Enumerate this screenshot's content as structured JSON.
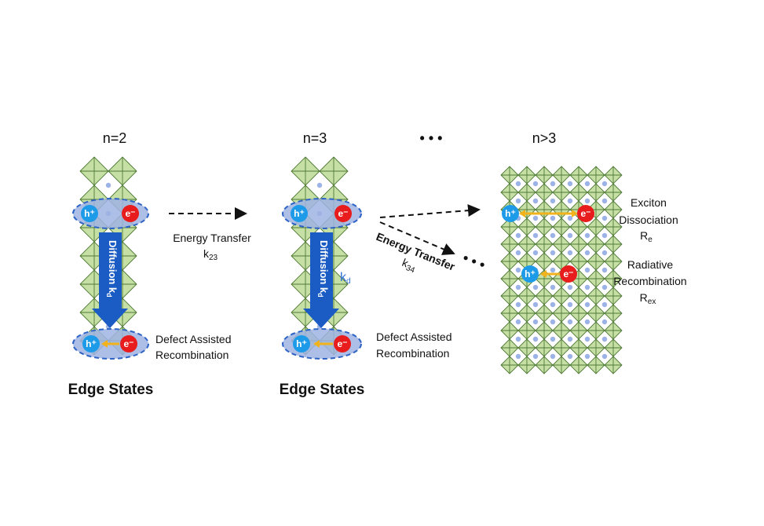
{
  "headers": {
    "n2": "n=2",
    "n3": "n=3",
    "dots": "• • •",
    "ngt3": "n>3"
  },
  "carriers": {
    "hole": "h⁺",
    "electron": "e⁻"
  },
  "edge_states": "Edge States",
  "defect_line1": "Defect Assisted",
  "defect_line2": "Recombination",
  "diffusion_label": "Diffusion k",
  "diffusion_sub": "d",
  "kd_label": "k",
  "kd_sub": "d",
  "energy_transfer_23": {
    "label": "Energy Transfer",
    "rate": "k",
    "rate_sub": "23"
  },
  "energy_transfer_34": {
    "label": "Energy Transfer",
    "rate": "k",
    "rate_sub": "34"
  },
  "exciton": {
    "line1": "Exciton",
    "line2": "Dissociation",
    "rate": "R",
    "rate_sub": "e"
  },
  "radiative": {
    "line1": "Radiative",
    "line2": "Recombination",
    "rate": "R",
    "rate_sub": "ex"
  },
  "colors": {
    "octahedron_fill": "#c5dfa5",
    "octahedron_stroke": "#4f7a35",
    "cation": "#9cb3e8",
    "ellipse_fill": "#9fb3e3",
    "ellipse_stroke": "#2e63c6",
    "hole": "#1e9be8",
    "electron": "#e81c1c",
    "recombination_arrow": "#f2b21b",
    "diffusion_arrow": "#1a5bc4"
  }
}
